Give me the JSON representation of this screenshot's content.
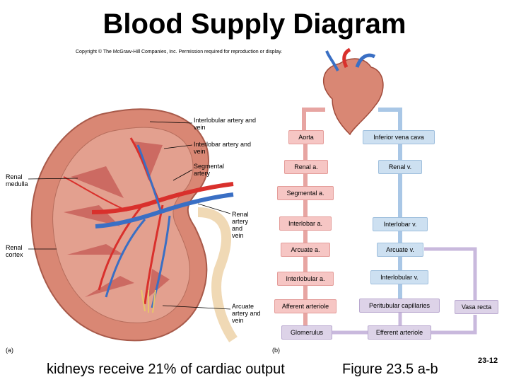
{
  "title": "Blood Supply Diagram",
  "copyright": "Copyright © The McGraw-Hill Companies, Inc. Permission required for reproduction or display.",
  "left_labels": {
    "interlobular": "Interlobular artery and vein",
    "interlobar": "Interlobar artery and vein",
    "segmental": "Segmental artery",
    "renal_medulla": "Renal medulla",
    "renal_artery_vein": "Renal artery and vein",
    "renal_cortex": "Renal cortex",
    "arcuate": "Arcuate artery and vein"
  },
  "panel_labels": {
    "a": "(a)",
    "b": "(b)"
  },
  "flow": {
    "aorta": "Aorta",
    "inferior_vena_cava": "Inferior vena cava",
    "renal_a": "Renal a.",
    "renal_v": "Renal v.",
    "segmental_a": "Segmental a.",
    "interlobar_a": "Interlobar a.",
    "interlobar_v": "Interlobar v.",
    "arcuate_a": "Arcuate a.",
    "arcuate_v": "Arcuate v.",
    "interlobular_a": "Interlobular a.",
    "interlobular_v": "Interlobular v.",
    "afferent_arteriole": "Afferent arteriole",
    "peritubular_capillaries": "Peritubular capillaries",
    "vasa_recta": "Vasa recta",
    "glomerulus": "Glomerulus",
    "efferent_arteriole": "Efferent arteriole"
  },
  "footer": {
    "caption": "kidneys receive 21% of cardiac output",
    "figure": "Figure 23.5 a-b",
    "slide_number": "23-12"
  },
  "colors": {
    "artery": "#d9302c",
    "vein": "#3a6fc4",
    "arterial_box": "#f6c6c4",
    "venous_box": "#cde0f1",
    "capillary_box": "#ddd3e8",
    "kidney_cortex": "#d98774",
    "kidney_medulla": "#c8605a"
  }
}
